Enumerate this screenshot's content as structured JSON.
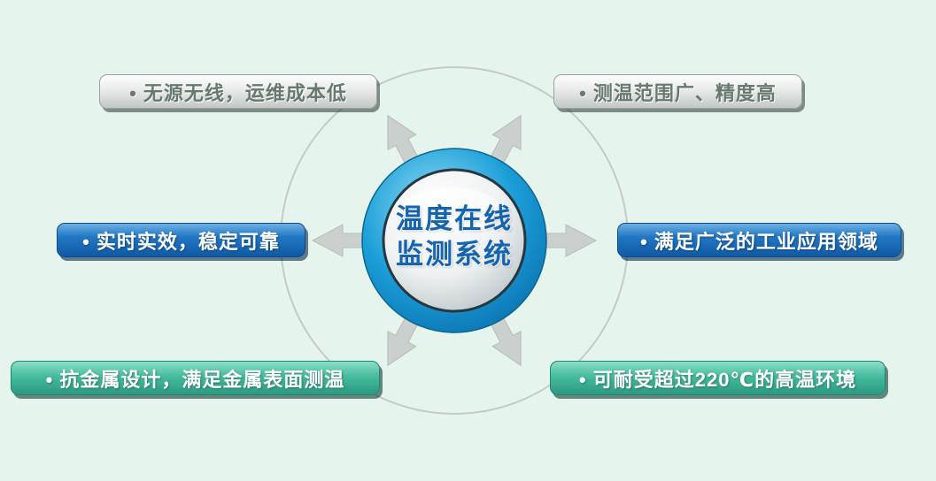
{
  "page": {
    "background_color": "#e6f4ee"
  },
  "center": {
    "title_line1": "温度在线",
    "title_line2": "监测系统",
    "ring_color": "#1b9ed8",
    "inner_color": "#e9edee",
    "text_color": "#1464ae"
  },
  "orbit": {
    "stroke_color": "#c5c9c8"
  },
  "arrows": {
    "fill_color": "#cbcfce",
    "directions": [
      "up-left",
      "up-right",
      "left",
      "right",
      "down-left",
      "down-right"
    ]
  },
  "boxes": [
    {
      "id": "top-left",
      "style": "gray",
      "text": "• 无源无线，运维成本低",
      "bg": "#d9dddb",
      "text_color": "#68796f"
    },
    {
      "id": "top-right",
      "style": "gray",
      "text": "• 测温范围广、精度高",
      "bg": "#d9dddb",
      "text_color": "#68796f"
    },
    {
      "id": "mid-left",
      "style": "blue",
      "text": "• 实时实效，稳定可靠",
      "bg": "#1668b4",
      "text_color": "#ffffff"
    },
    {
      "id": "mid-right",
      "style": "blue",
      "text": "• 满足广泛的工业应用领域",
      "bg": "#1668b4",
      "text_color": "#ffffff"
    },
    {
      "id": "bottom-left",
      "style": "teal",
      "text": "• 抗金属设计，满足金属表面测温",
      "bg": "#3cb598",
      "text_color": "#ffffff"
    },
    {
      "id": "bottom-right",
      "style": "teal",
      "text": "• 可耐受超过220℃的高温环境",
      "bg": "#3cb598",
      "text_color": "#ffffff"
    }
  ]
}
